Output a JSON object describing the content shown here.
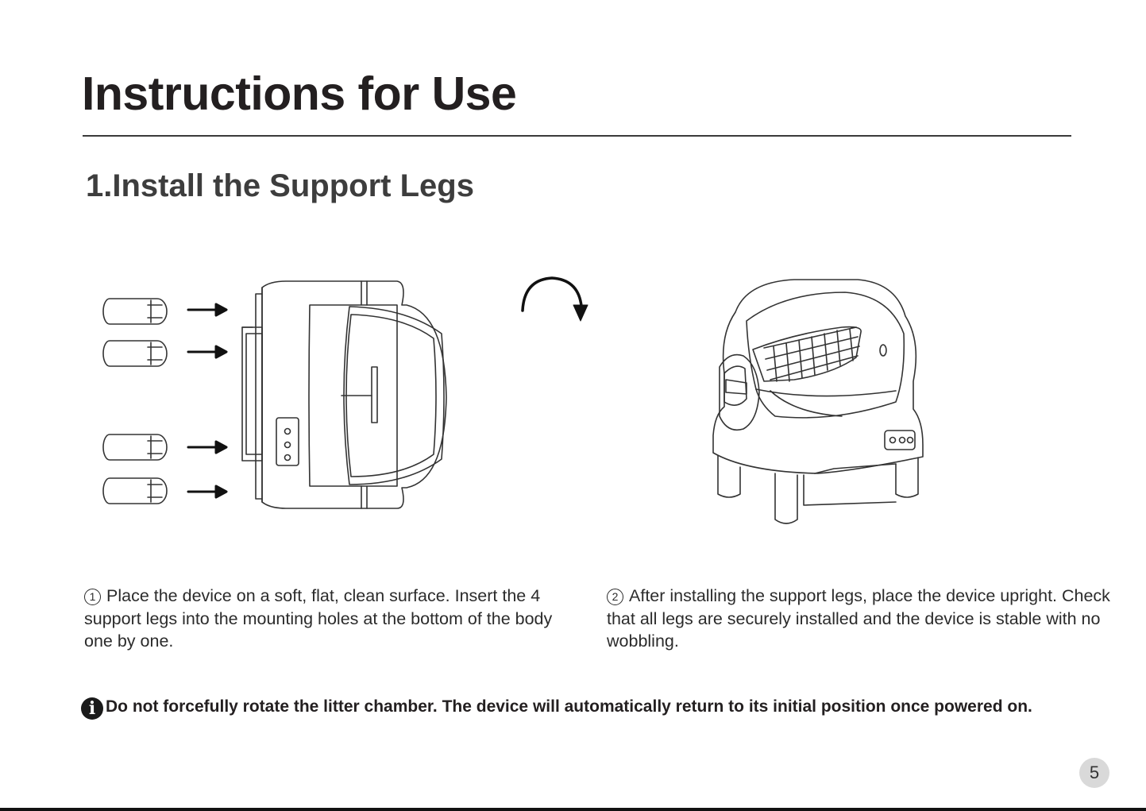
{
  "header": {
    "title": "Instructions for Use"
  },
  "section": {
    "heading": "1.Install the Support Legs"
  },
  "steps": [
    {
      "number": "1",
      "text": "Place the device on a soft, flat, clean surface. Insert the 4 support legs into the mounting holes at the bottom of the body one by one."
    },
    {
      "number": "2",
      "text": "After installing the support legs, place the device upright. Check that all legs are securely installed and the device is stable with no wobbling."
    }
  ],
  "warning": {
    "icon": "info-icon",
    "text": "Do not forcefully rotate the litter chamber. The device will automatically return to its initial position once powered on."
  },
  "footer": {
    "page_number": "5"
  },
  "illustrations": {
    "left": "device-side-view-with-legs",
    "rotate": "rotate-arrow-icon",
    "right": "device-upright-view"
  }
}
